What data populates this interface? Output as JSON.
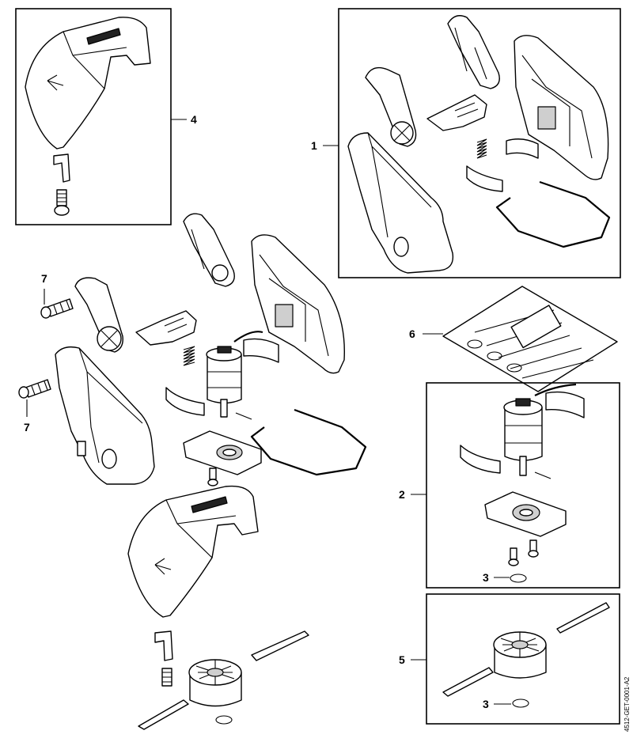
{
  "callouts": {
    "n1": "1",
    "n2": "2",
    "n3a": "3",
    "n3b": "3",
    "n4": "4",
    "n5": "5",
    "n6": "6",
    "n7a": "7",
    "n7b": "7"
  },
  "drawing_code": "4512-GET-0001-A2"
}
